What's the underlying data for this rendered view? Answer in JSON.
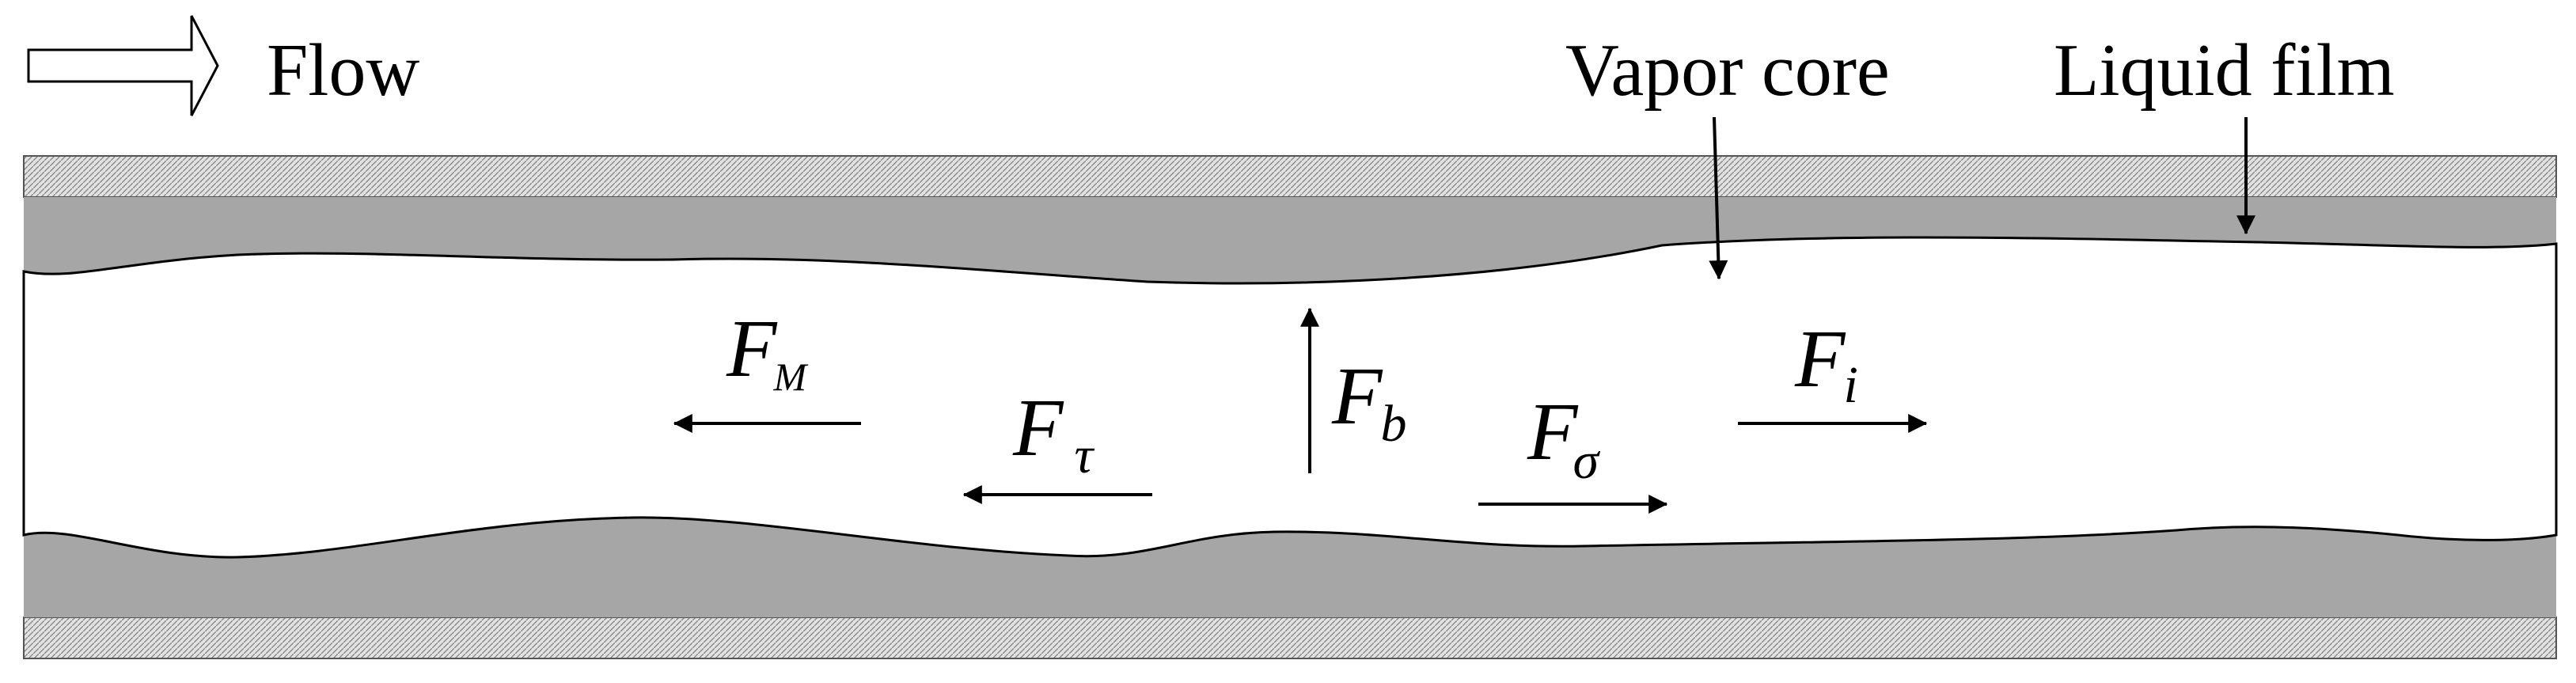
{
  "labels": {
    "flow": "Flow",
    "vapor_core": "Vapor core",
    "liquid_film": "Liquid film"
  },
  "forces": {
    "momentum": {
      "symbol": "F",
      "subscript": "M"
    },
    "shear": {
      "symbol": "F",
      "subscript": "τ"
    },
    "buoyancy": {
      "symbol": "F",
      "subscript": "b"
    },
    "surface_tension": {
      "symbol": "F",
      "subscript": "σ"
    },
    "interfacial": {
      "symbol": "F",
      "subscript": "i"
    }
  },
  "colors": {
    "liquid_film": "#a6a6a6",
    "pipe_wall": "#e2e2e2",
    "vapor_core": "#ffffff",
    "ink": "#000000"
  }
}
